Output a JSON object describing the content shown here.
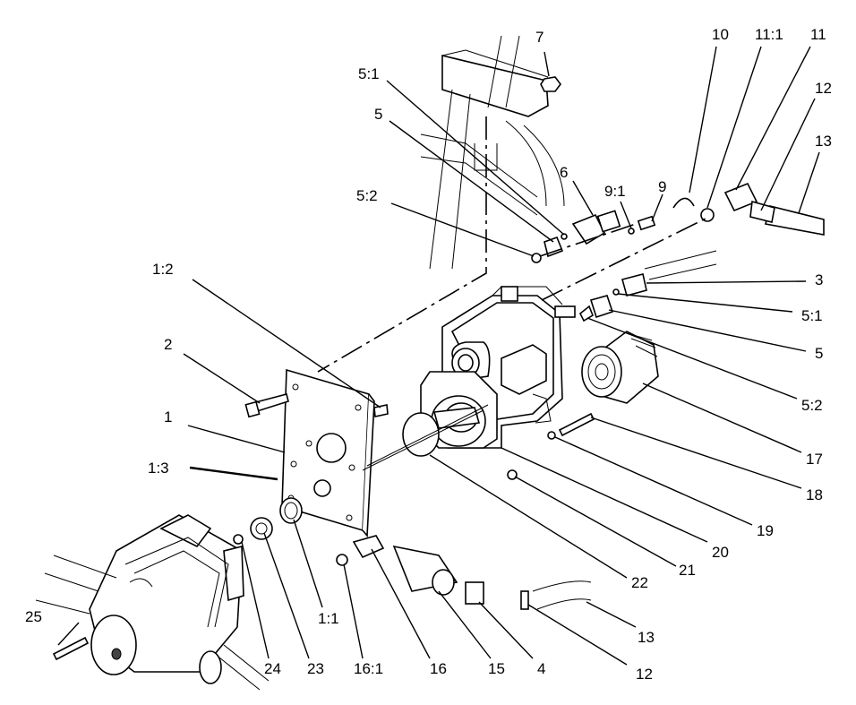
{
  "callouts": {
    "c7": "7",
    "c10": "10",
    "c11_1": "11:1",
    "c11": "11",
    "c12_top": "12",
    "c13_top": "13",
    "c5_1_top": "5:1",
    "c5_top": "5",
    "c6": "6",
    "c9_1": "9:1",
    "c9": "9",
    "c5_2_top": "5:2",
    "c3": "3",
    "c5_1_right": "5:1",
    "c5_right": "5",
    "c5_2_right": "5:2",
    "c1_2": "1:2",
    "c2": "2",
    "c1": "1",
    "c1_3": "1:3",
    "c17": "17",
    "c18": "18",
    "c19": "19",
    "c20": "20",
    "c21": "21",
    "c22": "22",
    "c1_1": "1:1",
    "c25": "25",
    "c24": "24",
    "c23": "23",
    "c16_1": "16:1",
    "c16": "16",
    "c15": "15",
    "c4": "4",
    "c12_bottom": "12",
    "c13_bottom": "13"
  }
}
